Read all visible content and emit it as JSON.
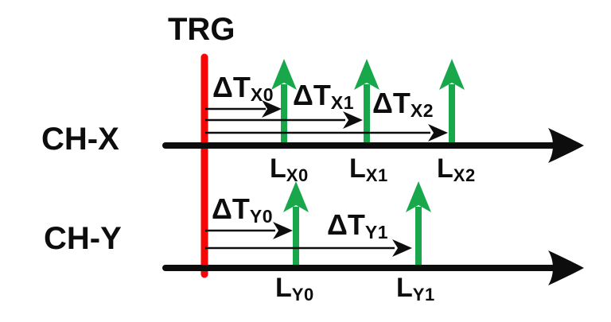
{
  "colors": {
    "trigger_red": "#fa0505",
    "event_green": "#18a74b",
    "line_black": "#0d0d0d",
    "background": "#ffffff"
  },
  "trigger": {
    "label": "TRG"
  },
  "channels": [
    {
      "name": "CH-X",
      "events": [
        {
          "event_label": {
            "base": "L",
            "sub": "X0"
          },
          "delay_label": {
            "base": "ΔT",
            "sub": "X0"
          }
        },
        {
          "event_label": {
            "base": "L",
            "sub": "X1"
          },
          "delay_label": {
            "base": "ΔT",
            "sub": "X1"
          }
        },
        {
          "event_label": {
            "base": "L",
            "sub": "X2"
          },
          "delay_label": {
            "base": "ΔT",
            "sub": "X2"
          }
        }
      ]
    },
    {
      "name": "CH-Y",
      "events": [
        {
          "event_label": {
            "base": "L",
            "sub": "Y0"
          },
          "delay_label": {
            "base": "ΔT",
            "sub": "Y0"
          }
        },
        {
          "event_label": {
            "base": "L",
            "sub": "Y1"
          },
          "delay_label": {
            "base": "ΔT",
            "sub": "Y1"
          }
        }
      ]
    }
  ]
}
